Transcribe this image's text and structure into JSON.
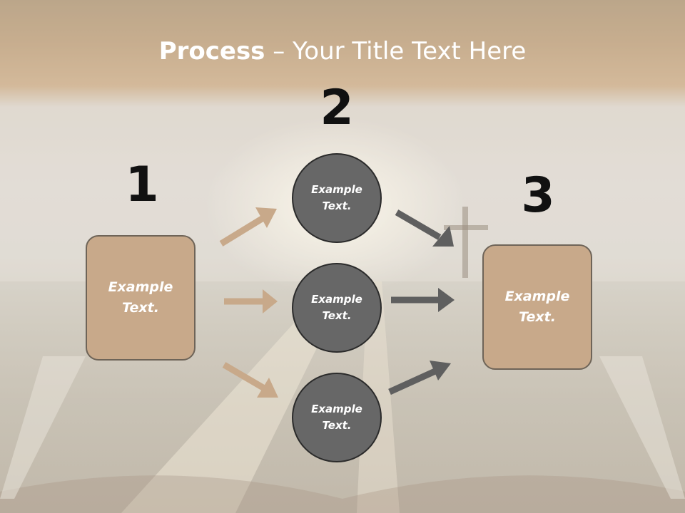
{
  "slide": {
    "title_bold": "Process",
    "title_rest": " – Your Title Text Here"
  },
  "numbers": {
    "one": "1",
    "two": "2",
    "three": "3"
  },
  "boxes": {
    "left": {
      "line1": "Example",
      "line2": "Text."
    },
    "right": {
      "line1": "Example",
      "line2": "Text."
    }
  },
  "circles": [
    {
      "line1": "Example",
      "line2": "Text."
    },
    {
      "line1": "Example",
      "line2": "Text."
    },
    {
      "line1": "Example",
      "line2": "Text."
    }
  ],
  "colors": {
    "box_fill": "#c8a98a",
    "circle_fill": "#676767",
    "left_arrows": "#c8a98a",
    "right_arrows": "#5f5f5f",
    "title_bar": "#b6946c"
  }
}
